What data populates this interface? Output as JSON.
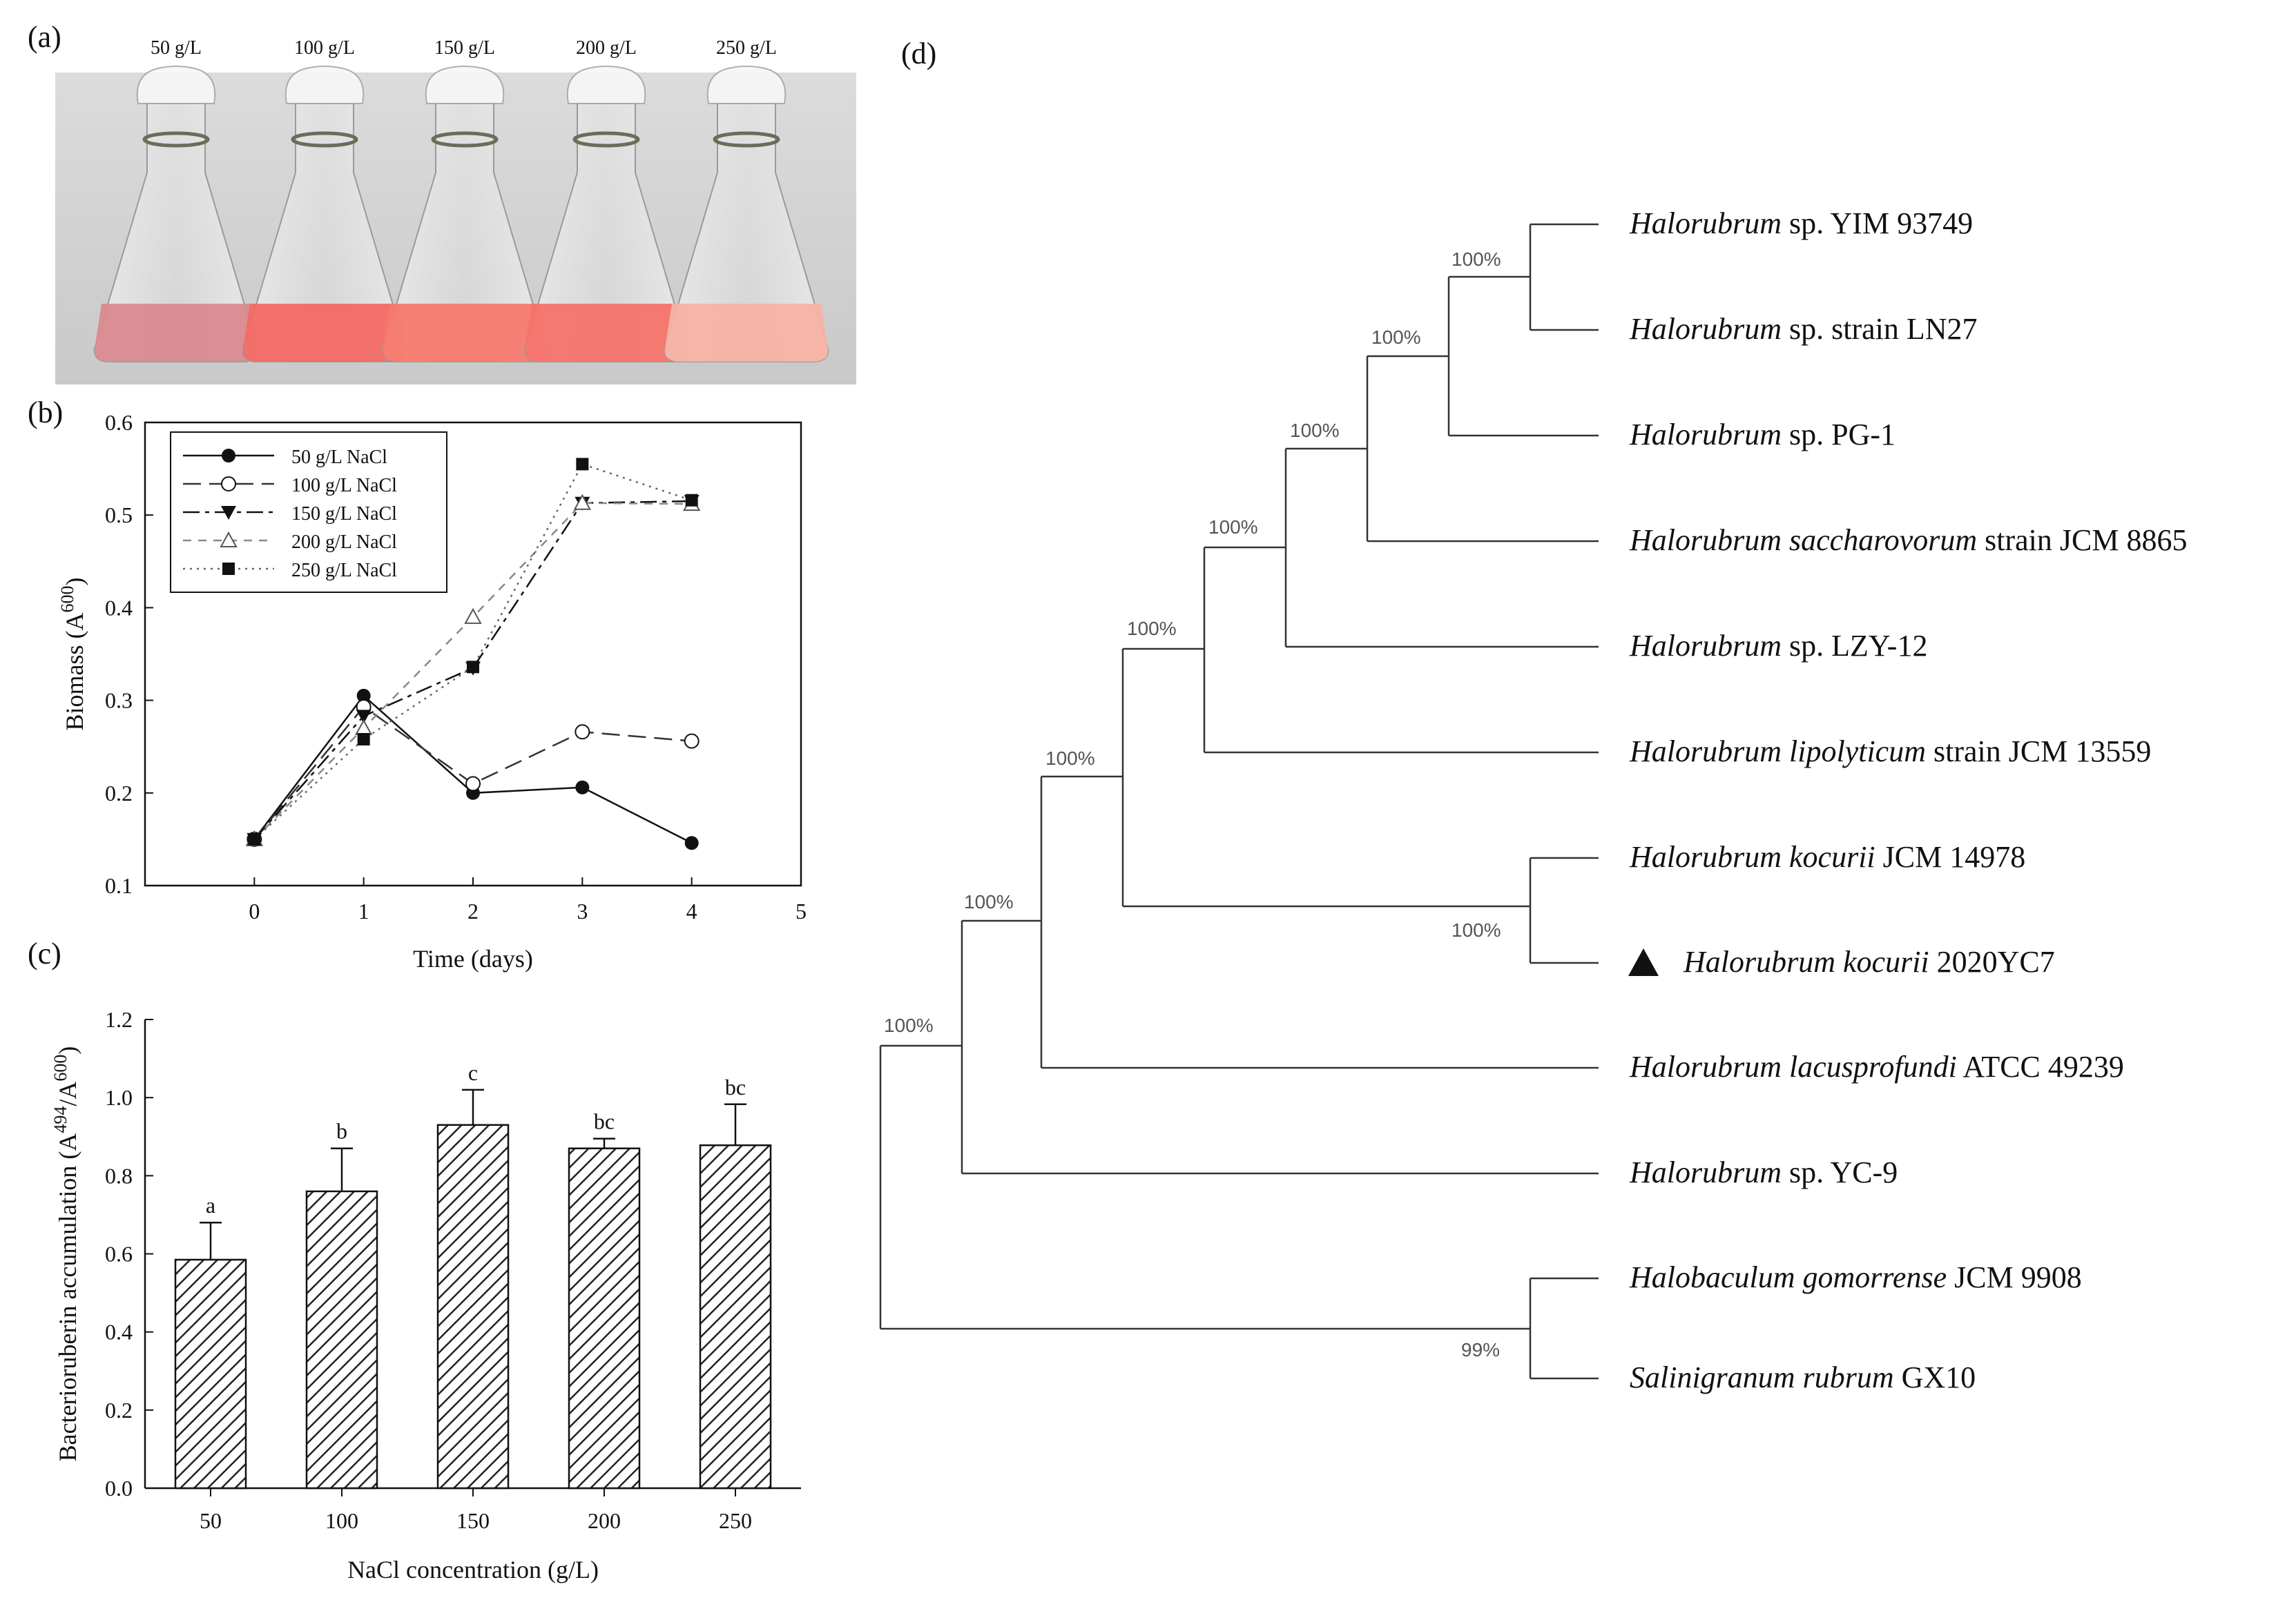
{
  "panel_a": {
    "label": "(a)",
    "flask_labels": [
      "50 g/L",
      "100 g/L",
      "150 g/L",
      "200 g/L",
      "250 g/L"
    ],
    "liquid_colors": [
      "#d98a8f",
      "#f26a64",
      "#f57a6d",
      "#f4736a",
      "#f5b2a5"
    ]
  },
  "panel_d": {
    "label": "(d)",
    "leaves": [
      {
        "genus": "Halorubrum",
        "rest": " sp. YIM 93749",
        "species_italic": false
      },
      {
        "genus": "Halorubrum",
        "rest": " sp. strain LN27",
        "species_italic": false
      },
      {
        "genus": "Halorubrum",
        "rest": " sp. PG-1",
        "species_italic": false
      },
      {
        "genus": "Halorubrum saccharovorum",
        "rest": " strain JCM 8865",
        "species_italic": true
      },
      {
        "genus": "Halorubrum",
        "rest": " sp. LZY-12",
        "species_italic": false
      },
      {
        "genus": "Halorubrum lipolyticum",
        "rest": " strain JCM 13559",
        "species_italic": true
      },
      {
        "genus": "Halorubrum kocurii",
        "rest": " JCM 14978",
        "species_italic": true
      },
      {
        "genus": "Halorubrum kocurii",
        "rest": " 2020YC7",
        "species_italic": true,
        "marker": "triangle"
      },
      {
        "genus": "Halorubrum lacusprofundi",
        "rest": " ATCC 49239",
        "species_italic": true
      },
      {
        "genus": "Halorubrum",
        "rest": " sp. YC-9",
        "species_italic": false
      },
      {
        "genus": "Halobaculum gomorrense",
        "rest": " JCM 9908",
        "species_italic": true
      },
      {
        "genus": "Salinigranum rubrum",
        "rest": " GX10",
        "species_italic": true
      }
    ],
    "bootstrap": [
      "100%",
      "100%",
      "100%",
      "100%",
      "100%",
      "100%",
      "100%",
      "100%",
      "100%",
      "99%"
    ]
  },
  "chart_data": [
    {
      "panel": "(b)",
      "type": "line",
      "title": "",
      "xlabel": "Time (days)",
      "ylabel": "Biomass (A600)",
      "ylabel_main": "Biomass (A",
      "ylabel_sup": "600",
      "ylabel_tail": ")",
      "xlim": [
        -1,
        5
      ],
      "ylim": [
        0.1,
        0.6
      ],
      "xticks": [
        0,
        1,
        2,
        3,
        4,
        5
      ],
      "yticks": [
        0.1,
        0.2,
        0.3,
        0.4,
        0.5,
        0.6
      ],
      "legend_position": "top-left",
      "x": [
        0,
        1,
        2,
        3,
        4
      ],
      "series": [
        {
          "name": "50 g/L NaCl",
          "marker": "filled-circle",
          "dash": "solid",
          "values": [
            0.15,
            0.305,
            0.2,
            0.206,
            0.146
          ]
        },
        {
          "name": "100 g/L NaCl",
          "marker": "open-circle",
          "dash": "longdash",
          "values": [
            0.15,
            0.293,
            0.21,
            0.266,
            0.256
          ]
        },
        {
          "name": "150 g/L NaCl",
          "marker": "filled-triangle-down",
          "dash": "dashdot",
          "values": [
            0.15,
            0.283,
            0.335,
            0.513,
            0.515
          ]
        },
        {
          "name": "200 g/L NaCl",
          "marker": "open-triangle-up",
          "dash": "shortdash",
          "values": [
            0.15,
            0.27,
            0.39,
            0.513,
            0.512
          ]
        },
        {
          "name": "250 g/L NaCl",
          "marker": "filled-square",
          "dash": "dotted",
          "values": [
            0.15,
            0.258,
            0.336,
            0.555,
            0.516
          ]
        }
      ]
    },
    {
      "panel": "(c)",
      "type": "bar",
      "title": "",
      "xlabel": "NaCl concentration (g/L)",
      "ylabel": "Bacterioruberin accumulation (A494/A600)",
      "ylabel_main": "Bacterioruberin accumulation (A",
      "ylabel_sup1": "494",
      "ylabel_mid": "/A",
      "ylabel_sup2": "600",
      "ylabel_tail": ")",
      "ylim": [
        0,
        1.2
      ],
      "yticks": [
        0.0,
        0.2,
        0.4,
        0.6,
        0.8,
        1.0,
        1.2
      ],
      "categories": [
        "50",
        "100",
        "150",
        "200",
        "250"
      ],
      "values": [
        0.585,
        0.76,
        0.93,
        0.87,
        0.878
      ],
      "errors": [
        0.095,
        0.11,
        0.09,
        0.025,
        0.105
      ],
      "significance": [
        "a",
        "b",
        "c",
        "bc",
        "bc"
      ]
    }
  ]
}
